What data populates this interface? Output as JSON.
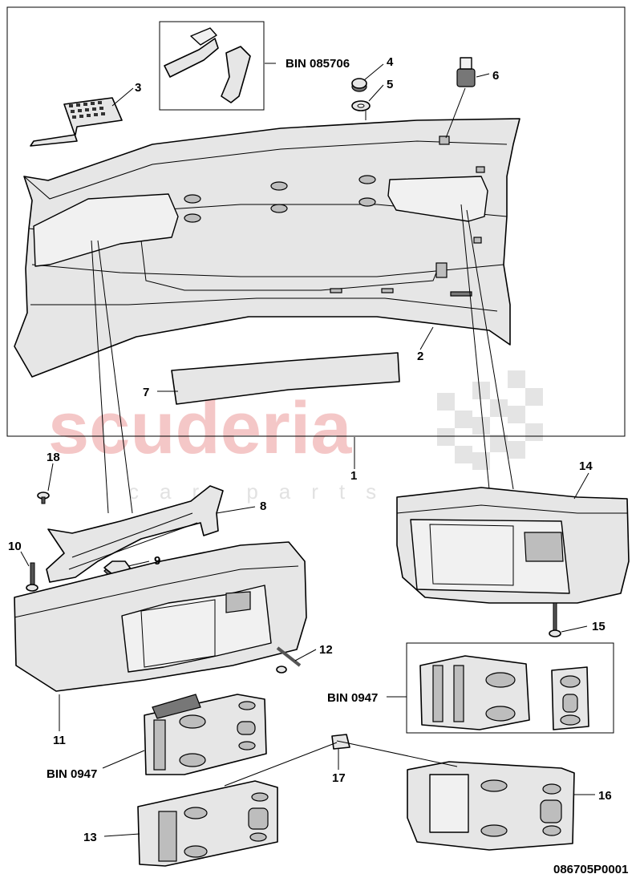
{
  "watermark": {
    "brand": "scuderia",
    "sub": "car parts"
  },
  "figure_id": "086705P0001",
  "callouts": {
    "c1": "1",
    "c2": "2",
    "c3": "3",
    "c4": "4",
    "c5": "5",
    "c6": "6",
    "c7": "7",
    "c8": "8",
    "c9": "9",
    "c10": "10",
    "c11": "11",
    "c12": "12",
    "c13": "13",
    "c14": "14",
    "c15": "15",
    "c16": "16",
    "c17": "17",
    "c18": "18",
    "bin_top": "BIN 085706",
    "bin_right": "BIN 0947",
    "bin_left": "BIN 0947"
  }
}
